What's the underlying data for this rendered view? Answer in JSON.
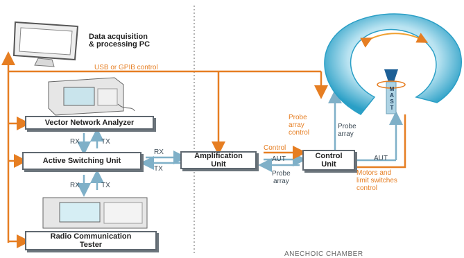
{
  "diagram": {
    "pc_label": "Data acquisition\n& processing PC",
    "usb_label": "USB or GPIB control",
    "vna_label": "Vector Network Analyzer",
    "rx_label_1": "RX",
    "tx_label_1": "TX",
    "asu_label": "Active Switching Unit",
    "rx_label_2": "RX",
    "tx_label_2": "TX",
    "rct_label": "Radio Communication\nTester",
    "rx_label_3": "RX",
    "tx_label_3": "TX",
    "amp_label": "Amplification\nUnit",
    "control_label": "Control",
    "aut_label_1": "AUT",
    "probe_array_label_1": "Probe\narray",
    "control_unit_label": "Control\nUnit",
    "probe_array_control_label": "Probe\narray\ncontrol",
    "probe_array_label_2": "Probe\narray",
    "aut_label_2": "AUT",
    "motors_label": "Motors and\nlimit switches\ncontrol",
    "mast_label": "MAST",
    "chamber_label": "ANECHOIC CHAMBER"
  },
  "colors": {
    "orange": "#e67e22",
    "blue": "#7fb0c8",
    "box_border": "#5f6870",
    "ring": "#2aa3c8"
  }
}
